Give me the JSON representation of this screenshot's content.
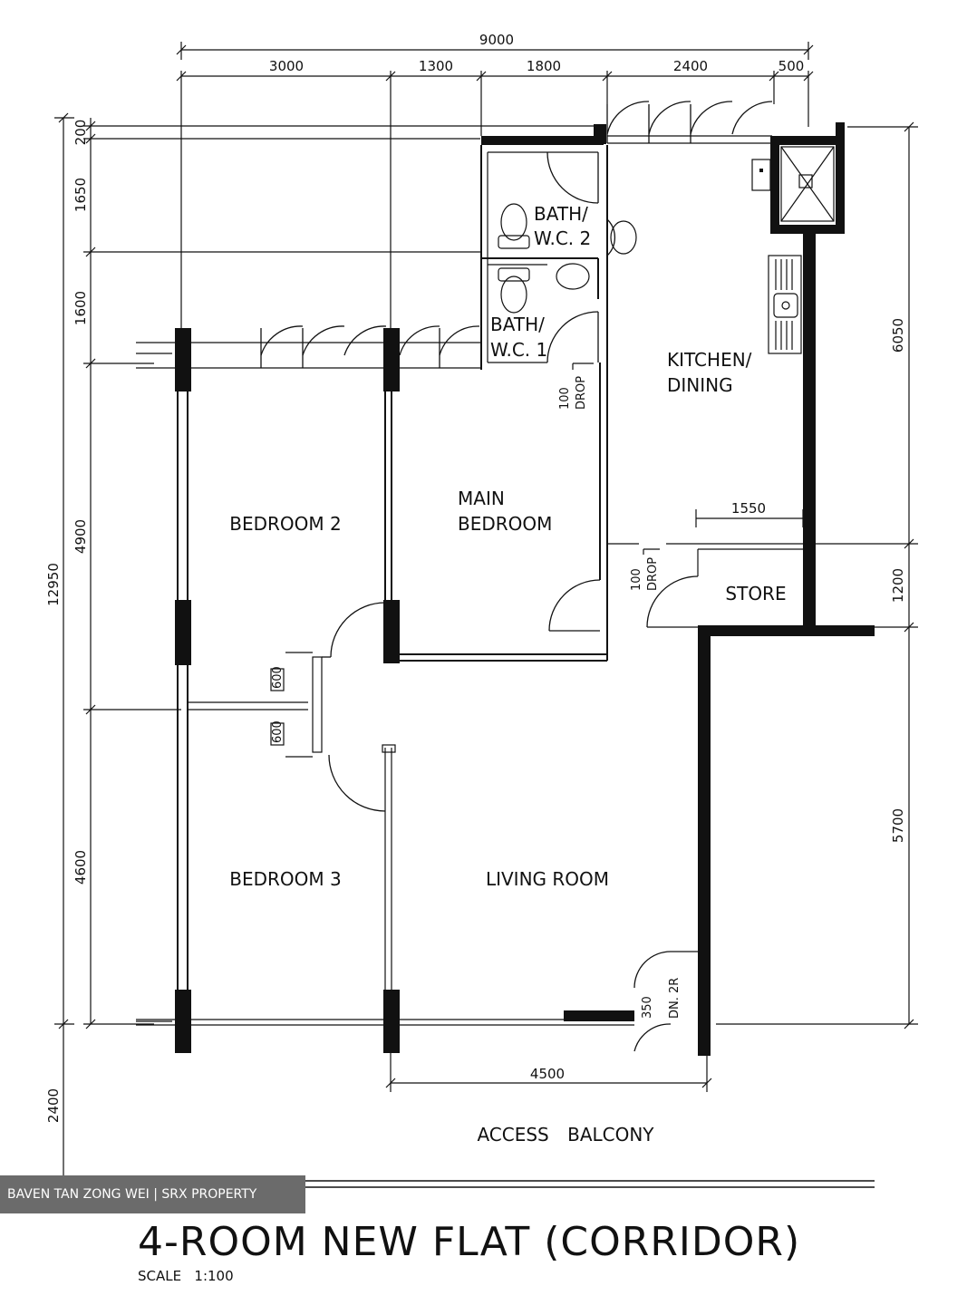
{
  "rooms": {
    "bath_wc_2": [
      "BATH/",
      "W.C. 2"
    ],
    "bath_wc_1": [
      "BATH/",
      "W.C. 1"
    ],
    "kitchen_dining": [
      "KITCHEN/",
      "DINING"
    ],
    "bedroom_2": "BEDROOM 2",
    "main_bedroom": [
      "MAIN",
      "BEDROOM"
    ],
    "store": "STORE",
    "bedroom_3": "BEDROOM 3",
    "living_room": "LIVING ROOM",
    "access_balcony": "ACCESS BALCONY"
  },
  "dimensions": {
    "top_total": "9000",
    "top_segments": [
      "3000",
      "1300",
      "1800",
      "2400",
      "500"
    ],
    "left_total": "12950",
    "left_segments": [
      "200",
      "1650",
      "1600",
      "4900",
      "4600"
    ],
    "left_bottom": "2400",
    "right_segments": [
      "6050",
      "1200",
      "5700"
    ],
    "kitchen_inner": "1550",
    "bottom_living": "4500"
  },
  "annotations": {
    "drop_bath": [
      "100",
      "DROP"
    ],
    "drop_store": [
      "100",
      "DROP"
    ],
    "entrance": [
      "350",
      "DN. 2R"
    ],
    "cabinet_1": "600",
    "cabinet_2": "600"
  },
  "title": "4-ROOM NEW FLAT (CORRIDOR)",
  "scale": "SCALE   1:100",
  "watermark": "BAVEN TAN ZONG WEI | SRX PROPERTY"
}
